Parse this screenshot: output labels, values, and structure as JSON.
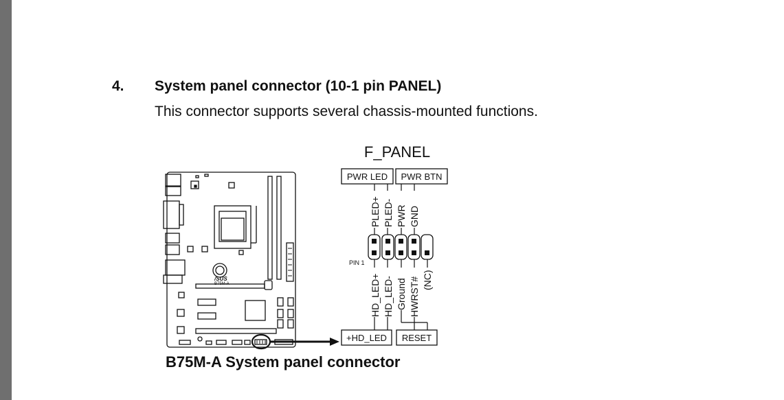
{
  "section": {
    "number": "4.",
    "title": "System panel connector (10-1 pin PANEL)",
    "description": "This connector supports several chassis-mounted functions."
  },
  "figure": {
    "header_title": "F_PANEL",
    "board_logo": "/SUS",
    "board_model": "B75M-A",
    "top_groups": {
      "pwr_led": "PWR LED",
      "pwr_btn": "PWR BTN"
    },
    "top_pins": [
      "PLED+",
      "PLED-",
      "PWR",
      "GND"
    ],
    "pin1_label": "PIN 1",
    "bottom_pins": [
      "HD_LED+",
      "HD_LED-",
      "Ground",
      "HWRST#",
      "(NC)"
    ],
    "bottom_groups": {
      "hd_led": "+HD_LED",
      "reset": "RESET"
    },
    "caption": "B75M-A System panel connector"
  }
}
